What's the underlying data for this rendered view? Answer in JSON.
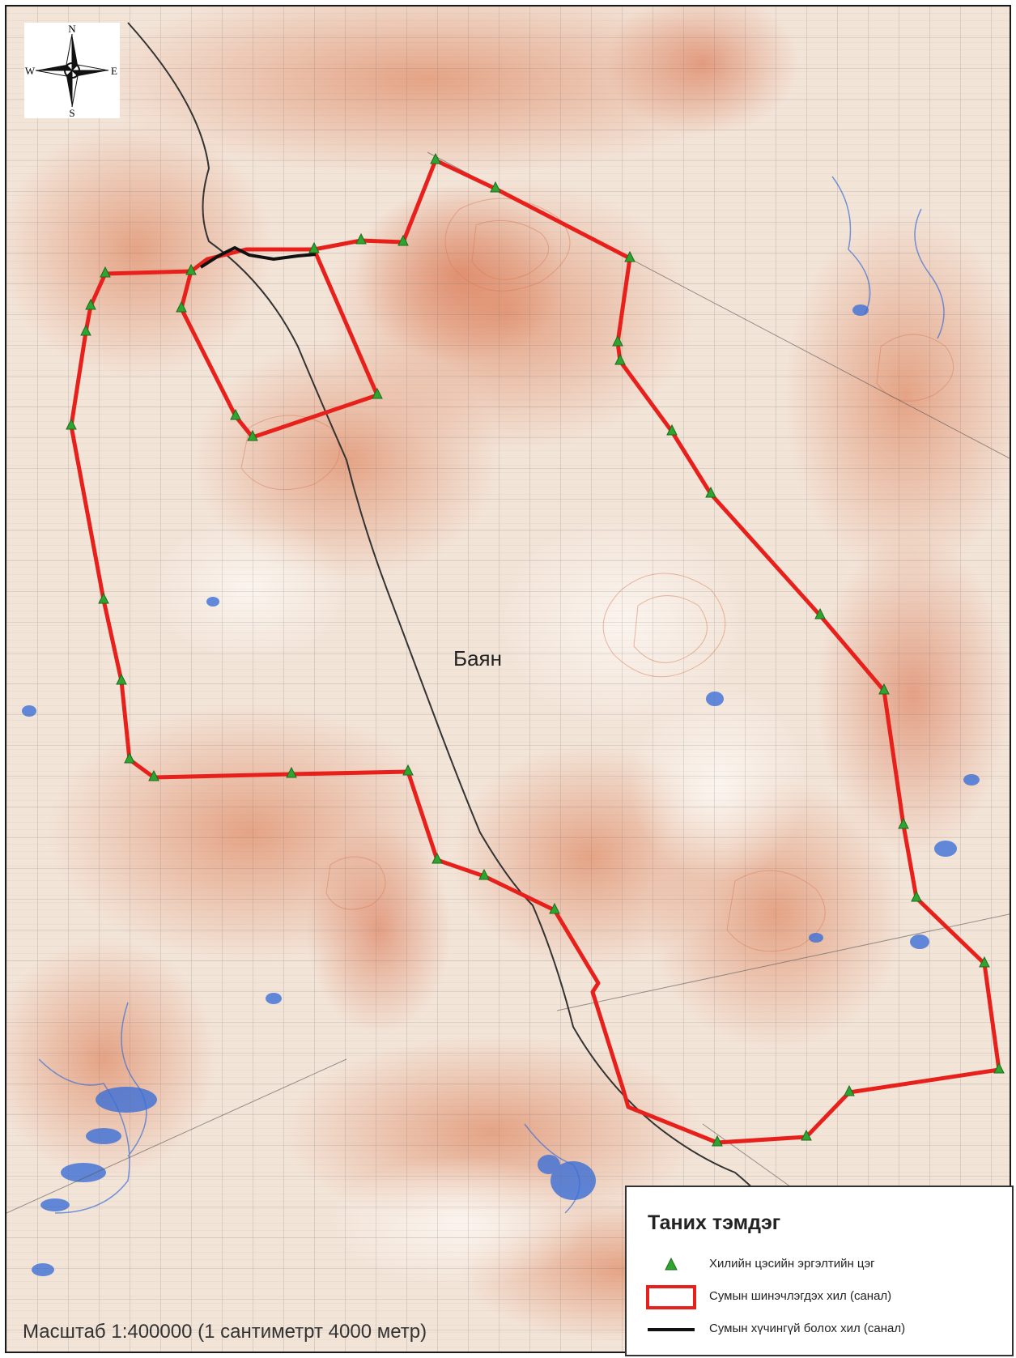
{
  "map": {
    "place_name": "Баян",
    "scale_text": "Масштаб 1:400000 (1 сантиметрт 4000 метр)"
  },
  "compass": {
    "n": "N",
    "s": "S",
    "e": "E",
    "w": "W"
  },
  "legend": {
    "title": "Таних тэмдэг",
    "items": [
      {
        "label": "Хилийн цэсийн эргэлтийн цэг",
        "symbol": "green-triangle",
        "color": "#2fa52f"
      },
      {
        "label": "Сумын шинэчлэгдэх хил (санал)",
        "symbol": "red-outline-box",
        "color": "#e8201c"
      },
      {
        "label": "Сумын хүчингүй болох хил (санал)",
        "symbol": "black-line",
        "color": "#111111"
      }
    ]
  },
  "colors": {
    "boundary_new": "#e8201c",
    "boundary_void": "#111111",
    "turning_point": "#2fa52f",
    "terrain": "#e3956f",
    "water": "#3b6fd8",
    "river": "#333333"
  }
}
